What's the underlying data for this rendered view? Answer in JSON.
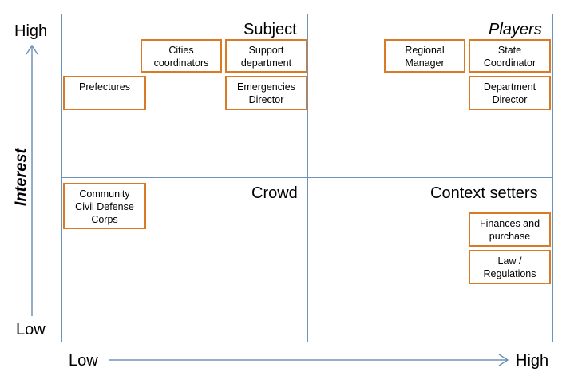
{
  "quadrants": {
    "top_left": "Subject",
    "top_right": "Players",
    "bottom_left": "Crowd",
    "bottom_right": "Context setters"
  },
  "axes": {
    "y_label": "Interest",
    "y_high": "High",
    "y_low": "Low",
    "x_low": "Low",
    "x_high": "High"
  },
  "stakeholders": {
    "cities_coordinators": "Cities\ncoordinators",
    "support_department": "Support\ndepartment",
    "prefectures": "Prefectures",
    "emergencies_director": "Emergencies\nDirector",
    "regional_manager": "Regional\nManager",
    "state_coordinator": "State\nCoordinator",
    "department_director": "Department\nDirector",
    "community_civil_defense": "Community\nCivil Defense\nCorps",
    "finances_purchase": "Finances and\npurchase",
    "law_regulations": "Law /\nRegulations"
  },
  "colors": {
    "grid": "#6f93b8",
    "box_border": "#d97a26",
    "arrow": "#6f93b8"
  }
}
